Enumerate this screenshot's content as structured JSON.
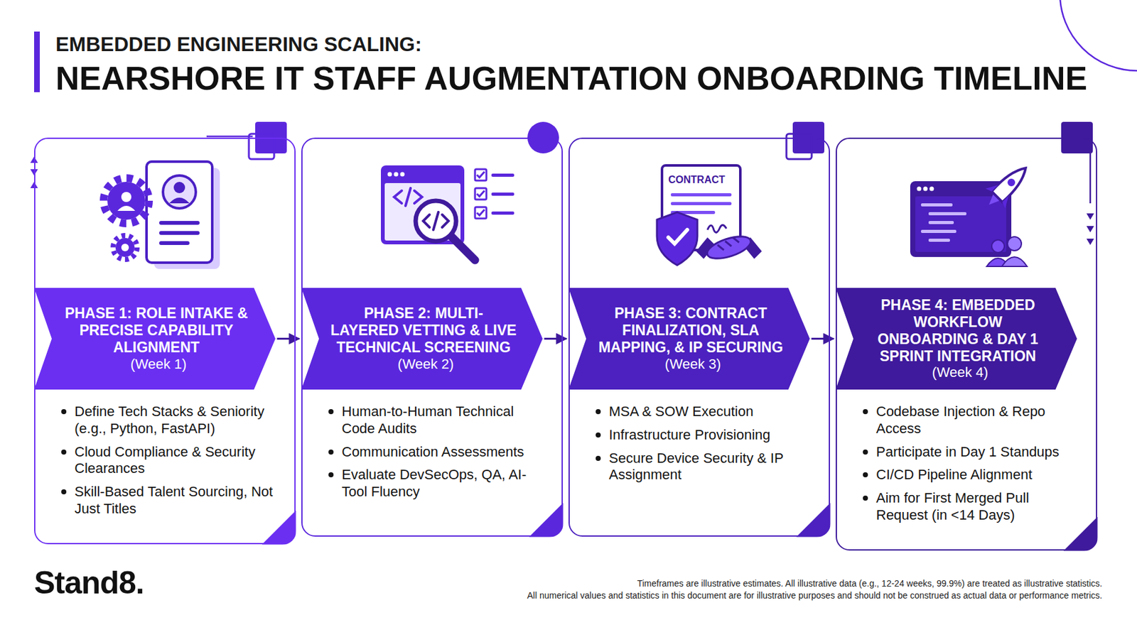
{
  "diagram": {
    "title": "NEARSHORE IT STAFF AUGMENTATION ONBOARDING TIMELINE",
    "nodes": [
      {
        "text": [
          "Define Tech Stacks & Seniority (e.g., Python, FastAPI)",
          "Cloud Compliance & Security Clearances",
          "Skill-Based Talent Sourcing, Not Just Titles"
        ]
      },
      {
        "text": [
          "PHASE 1: ROLE INTAKE & PRECISE CAPABILITY ALIGNMENT",
          "(Week 1)"
        ],
        "in": 0
      },
      {
        "text": [
          "Human-to-Human Technical Code Audits",
          "Communication Assessments",
          "Evaluate DevSecOps, QA, AI-Tool Fluency"
        ]
      },
      {
        "text": [
          "PHASE 2: MULTI-LAYERED VETTING & LIVE TECHNICAL SCREENING",
          "(Week 2)"
        ],
        "in": 2
      },
      {
        "text": [
          "MSA & SOW Execution",
          "Infrastructure Provisioning",
          "Secure Device Security & IP Assignment"
        ]
      },
      {
        "text": [
          "PHASE 3: CONTRACT FINALIZATION, SLA MAPPING, & IP SECURING",
          "(Week 3)"
        ],
        "in": 4
      },
      {
        "text": [
          "Codebase Injection & Repo Access",
          "Participate in Day 1 Standups",
          "CI/CD Pipeline Alignment",
          "Aim for First Merged Pull Request (in <14 Days)"
        ]
      },
      {
        "text": [
          "PHASE 4: EMBEDDED WORKFLOW ONBOARDING & DAY 1 SPRINT INTEGRATION",
          "(Week 4)"
        ],
        "in": 6
      }
    ],
    "edges": [
      {
        "from": 1,
        "to": 3,
        "arrow": "to"
      },
      {
        "from": 3,
        "to": 5,
        "arrow": "to"
      },
      {
        "from": 5,
        "to": 7,
        "arrow": "to"
      }
    ],
    "labels": [
      "EMBEDDED ENGINEERING SCALING:",
      "CONTRACT",
      "Stand8.",
      "Timeframes are illustrative estimates. All illustrative data (e.g., 12-24 weeks, 99.9%) are treated as illustrative statistics.",
      "All numerical values and statistics in this document are for illustrative purposes and should not be construed as actual data or performance metrics."
    ]
  }
}
